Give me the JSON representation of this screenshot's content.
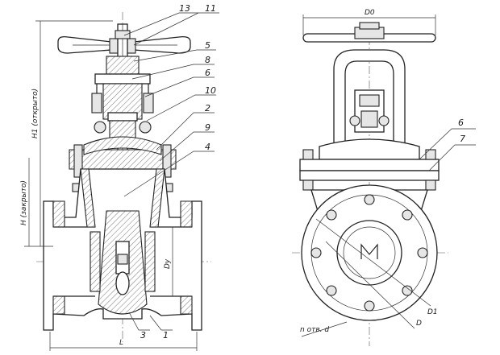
{
  "drawing": {
    "left_view": {
      "part_labels": {
        "p13": "13",
        "p11": "11",
        "p5": "5",
        "p8": "8",
        "p6": "6",
        "p10": "10",
        "p2": "2",
        "p9": "9",
        "p4": "4",
        "p3": "3",
        "p1": "1"
      },
      "dimensions": {
        "h1_open": "H1 (открыто)",
        "h_closed": "H (закрыто)",
        "dy": "Dy",
        "length": "L"
      }
    },
    "right_view": {
      "part_labels": {
        "p6": "6",
        "p7": "7"
      },
      "dimensions": {
        "d0": "D0",
        "d1": "D1",
        "d": "D",
        "holes": "n отв. d"
      },
      "marking": "M"
    }
  }
}
